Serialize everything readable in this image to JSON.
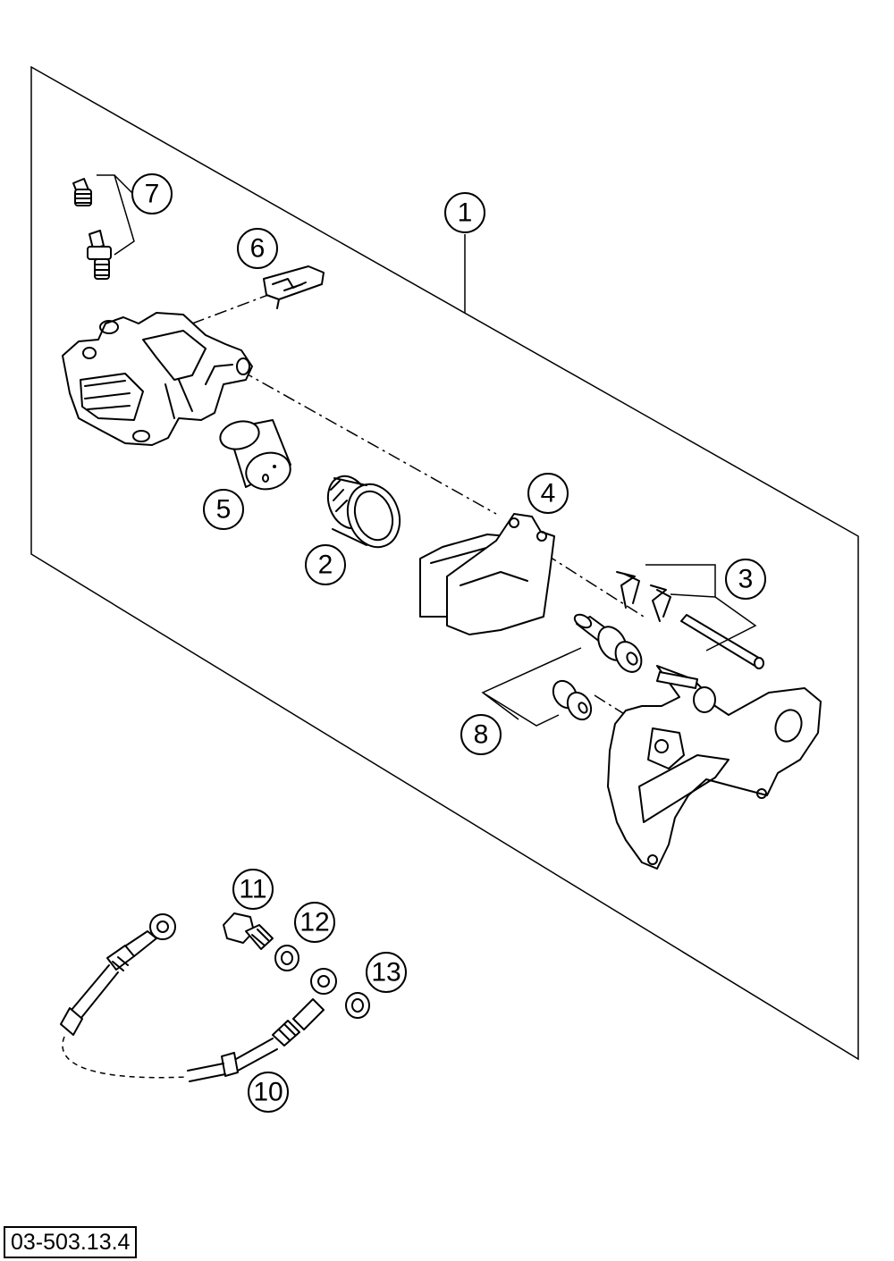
{
  "diagram_code": "03-503.13.4",
  "callouts": [
    {
      "label": "1"
    },
    {
      "label": "2"
    },
    {
      "label": "3"
    },
    {
      "label": "4"
    },
    {
      "label": "5"
    },
    {
      "label": "6"
    },
    {
      "label": "7"
    },
    {
      "label": "8"
    },
    {
      "label": "10"
    },
    {
      "label": "11"
    },
    {
      "label": "12"
    },
    {
      "label": "13"
    }
  ],
  "line_color": "#000000",
  "background": "#ffffff"
}
